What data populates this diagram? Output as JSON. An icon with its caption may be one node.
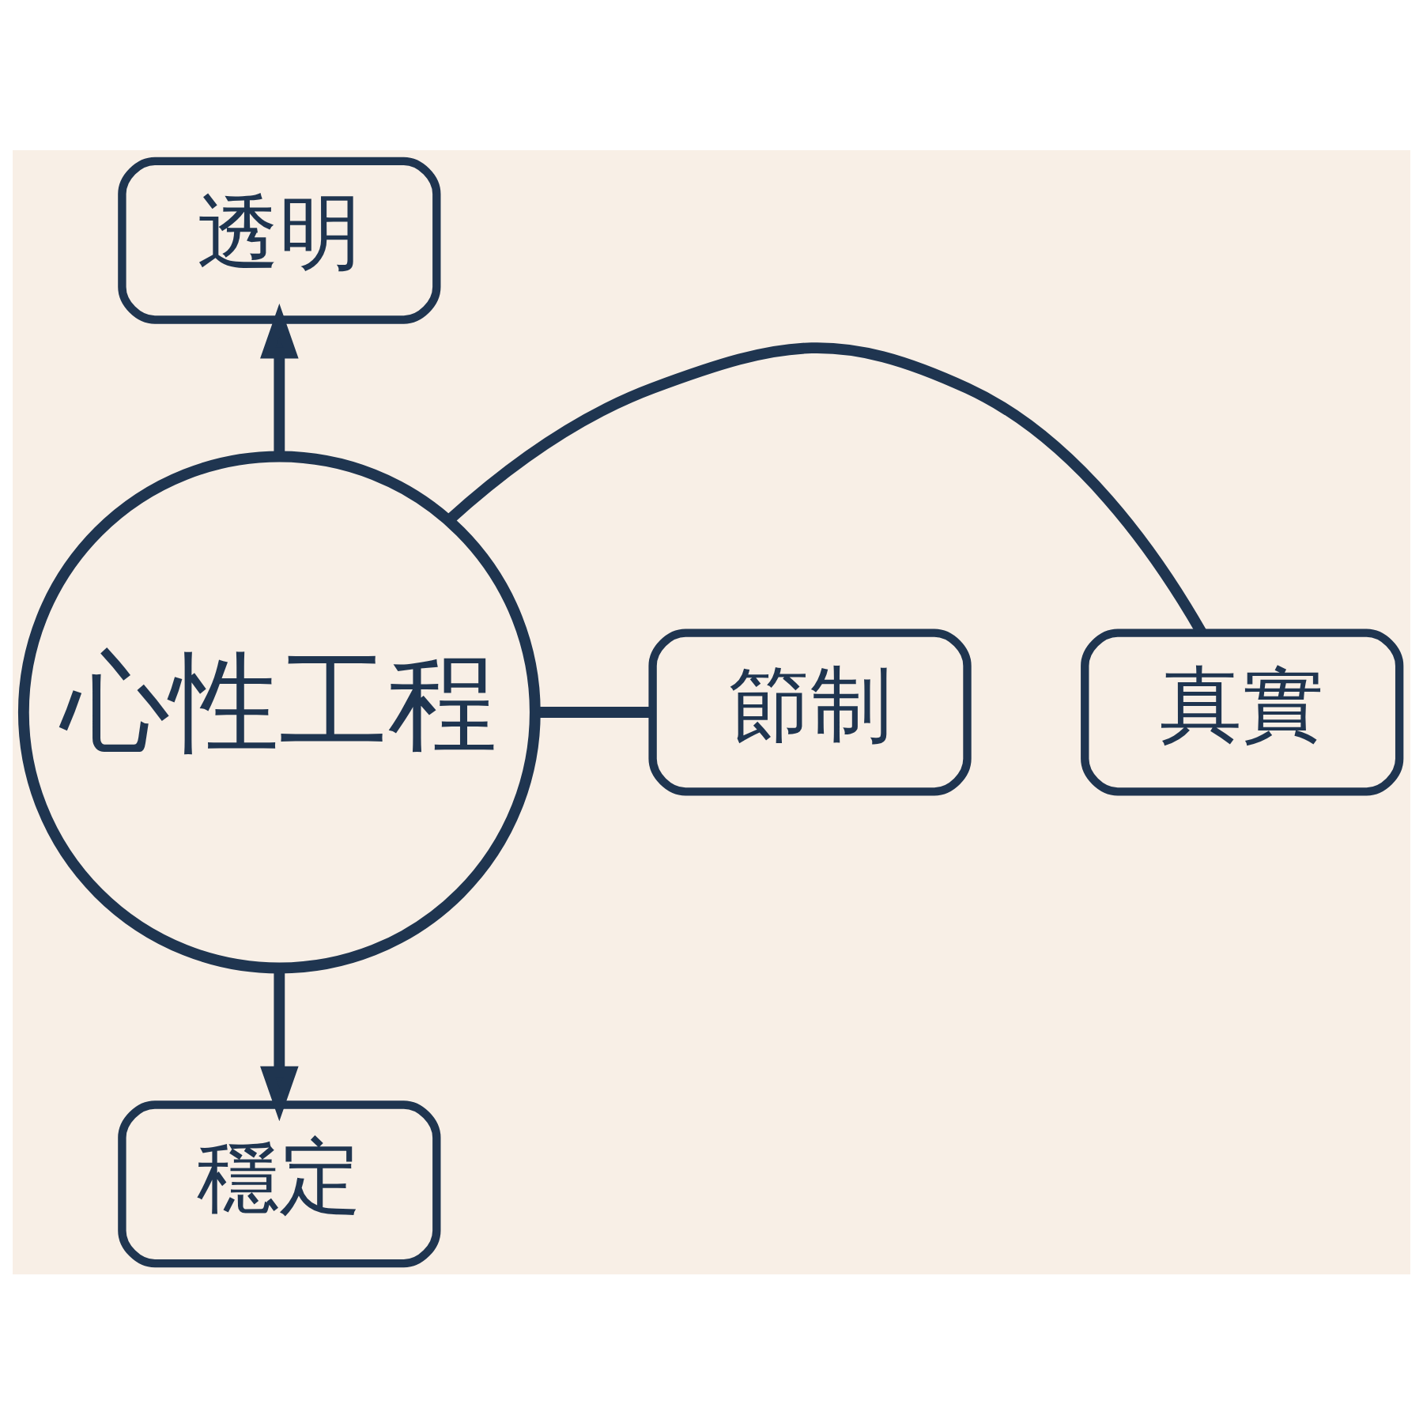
{
  "diagram": {
    "nodes": [
      {
        "text": [
          "透明"
        ]
      },
      {
        "text": [
          "真實"
        ]
      },
      {
        "text": [
          "心性工程"
        ]
      },
      {
        "text": [
          "節制"
        ]
      },
      {
        "text": [
          "穩定"
        ]
      }
    ],
    "edges": [
      {
        "from": 2,
        "to": 0,
        "arrow": "to"
      },
      {
        "from": 1,
        "to": 2,
        "arrow": "none"
      },
      {
        "from": 2,
        "to": 3,
        "arrow": "none"
      },
      {
        "from": 2,
        "to": 4,
        "arrow": "to"
      }
    ]
  }
}
